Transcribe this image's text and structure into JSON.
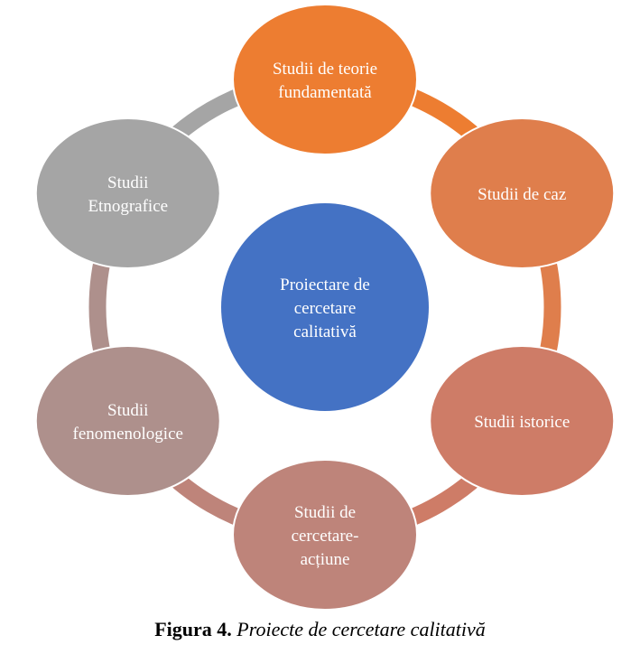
{
  "diagram": {
    "center": {
      "lines": [
        "Proiectare de",
        "cercetare",
        "calitativă"
      ],
      "color": "#4472C4"
    },
    "nodes": [
      {
        "id": "teorie",
        "lines": [
          "Studii de teorie",
          "fundamentată"
        ],
        "color": "#ED7D31"
      },
      {
        "id": "caz",
        "lines": [
          "Studii de caz"
        ],
        "color": "#DF7E4C"
      },
      {
        "id": "istorice",
        "lines": [
          "Studii istorice"
        ],
        "color": "#CE7C67"
      },
      {
        "id": "actiune",
        "lines": [
          "Studii de",
          "cercetare-",
          "acțiune"
        ],
        "color": "#BE847A"
      },
      {
        "id": "fenomenologice",
        "lines": [
          "Studii",
          "fenomenologice"
        ],
        "color": "#AE908C"
      },
      {
        "id": "etnografice",
        "lines": [
          "Studii",
          "Etnografice"
        ],
        "color": "#A5A5A5"
      }
    ]
  },
  "caption": {
    "bold": "Figura 4.",
    "italic": "Proiecte de cercetare calitativă"
  }
}
